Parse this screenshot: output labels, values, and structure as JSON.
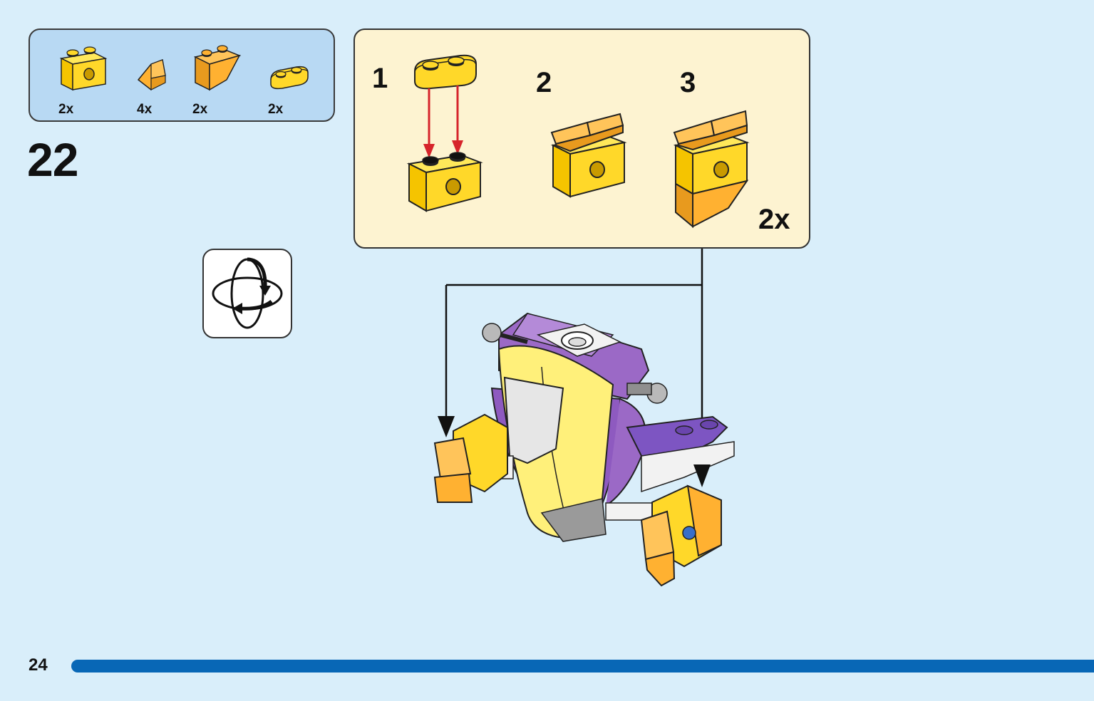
{
  "parts_list": [
    {
      "qty": "2x",
      "icon": "yellow-1x2-technic-brick-icon"
    },
    {
      "qty": "4x",
      "icon": "orange-slope-icon"
    },
    {
      "qty": "2x",
      "icon": "orange-inverted-slope-icon"
    },
    {
      "qty": "2x",
      "icon": "yellow-1x2-plate-rounded-icon"
    }
  ],
  "step_number": "22",
  "rotate_icon": "rotate-model-icon",
  "submodel": {
    "steps": [
      "1",
      "2",
      "3"
    ],
    "multiplier": "2x"
  },
  "page_number": "24",
  "colors": {
    "background": "#d9eefa",
    "parts_box": "#b8d9f3",
    "submodel_box": "#fdf3d1",
    "page_bar": "#0867b6",
    "brick_yellow": "#ffd829",
    "brick_orange": "#ffb131",
    "brick_purple": "#9b69c6",
    "arrow_red": "#d6242b"
  }
}
